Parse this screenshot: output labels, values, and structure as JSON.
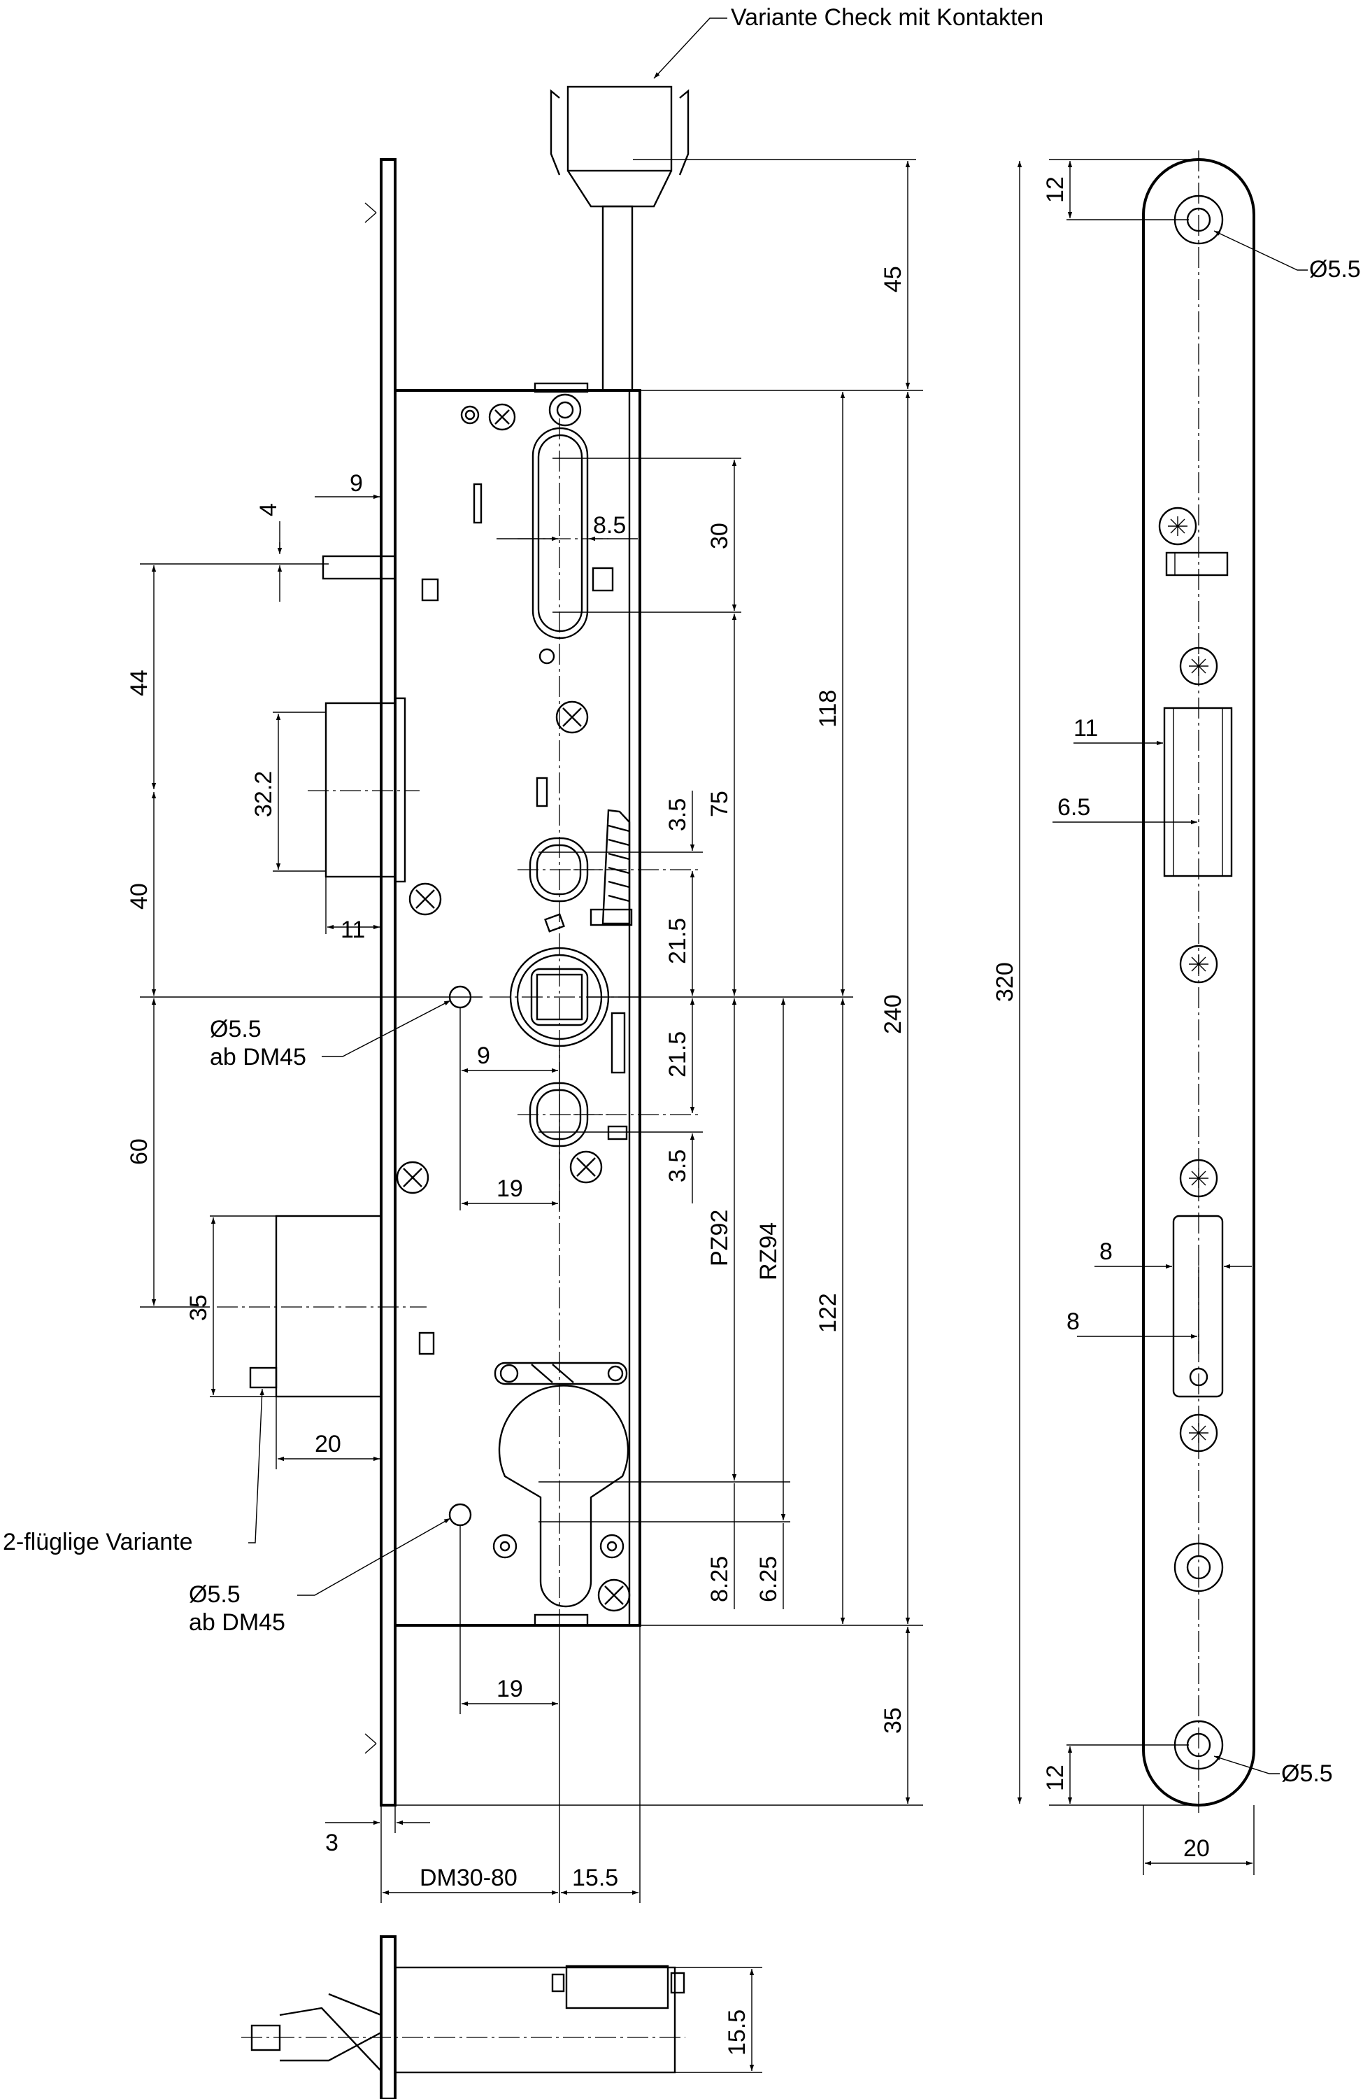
{
  "annotations": {
    "variant_check": "Variante Check mit Kontakten",
    "hole_top_right": "Ø5.5",
    "hole_bottom_right": "Ø5.5",
    "hole_ab_dm45_1_dia": "Ø5.5",
    "hole_ab_dm45_1_note": "ab DM45",
    "hole_ab_dm45_2_dia": "Ø5.5",
    "hole_ab_dm45_2_note": "ab DM45",
    "two_leaf_variant": "2-flüglige Variante"
  },
  "dimensions": {
    "d9_top": "9",
    "d4": "4",
    "d8_5": "8.5",
    "d30": "30",
    "d45": "45",
    "d118": "118",
    "d44": "44",
    "d32_2": "32.2",
    "d3_5_top": "3.5",
    "d75": "75",
    "d40": "40",
    "d11_left": "11",
    "d21_5_top": "21.5",
    "d240": "240",
    "d9_mid": "9",
    "d21_5_bottom": "21.5",
    "d60": "60",
    "d19_mid": "19",
    "d3_5_bottom": "3.5",
    "pz92": "PZ92",
    "rz94": "RZ94",
    "d35_left": "35",
    "d122": "122",
    "d20_left": "20",
    "d8_25": "8.25",
    "d6_25": "6.25",
    "d19_bottom": "19",
    "d35_bottom": "35",
    "d3": "3",
    "dm30_80": "DM30-80",
    "d15_5": "15.5",
    "d15_5_side": "15.5",
    "d12_top": "12",
    "d11_right": "11",
    "d6_5": "6.5",
    "d320": "320",
    "d8_a": "8",
    "d8_b": "8",
    "d12_bottom": "12",
    "d20_right": "20"
  }
}
